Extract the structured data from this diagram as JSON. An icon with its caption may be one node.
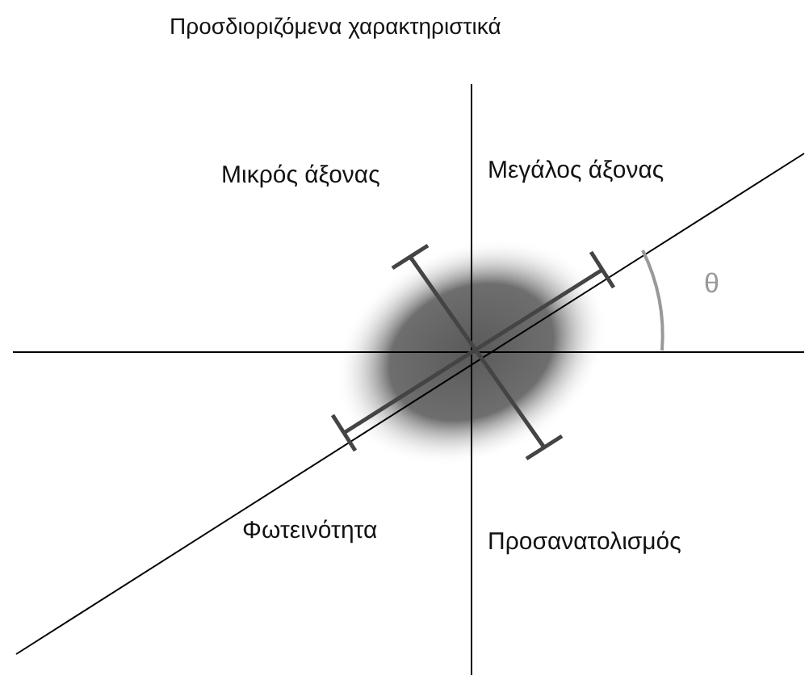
{
  "diagram": {
    "title": "Προσδιοριζόμενα χαρακτηριστικά",
    "labels": [
      "Μικρός άξονας",
      "Μεγάλος άξονας",
      "θ",
      "Φωτεινότητα",
      "Προσανατολισμός"
    ]
  }
}
